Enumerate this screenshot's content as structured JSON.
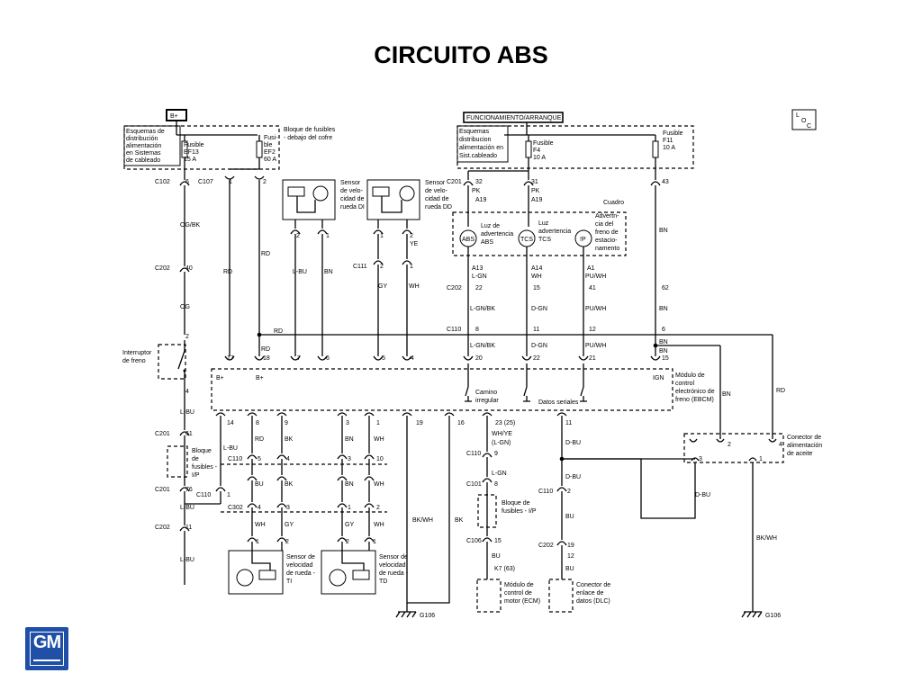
{
  "title": "CIRCUITO ABS",
  "labels": {
    "b_plus": "B+",
    "funcionamiento": "FUNCIONAMIENTO/ARRANQUE",
    "loc": "L O C",
    "esq_left": [
      "Esquemas de",
      "distribución",
      "alimentación",
      "en Sistemas",
      "de cableado"
    ],
    "fusible_ef13": [
      "Fusible",
      "EF13",
      "15 A"
    ],
    "fusible_ef2": [
      "Fusi-",
      "ble",
      "EF2",
      "60 A"
    ],
    "bloque_cofre": [
      "Bloque de fusibles",
      "- debajo del cofre"
    ],
    "esq_right": [
      "Esquemas",
      "distribucion",
      "alimentación en",
      "Sist.cableado"
    ],
    "fusible_f4": [
      "Fusible",
      "F4",
      "10 A"
    ],
    "fusible_f11": [
      "Fusible",
      "F11",
      "10 A"
    ],
    "sensor_di": [
      "Sensor",
      "de velo-",
      "cidad de",
      "rueda DI"
    ],
    "sensor_dd": [
      "Sensor",
      "de velo-",
      "cidad de",
      "rueda DD"
    ],
    "cuadro": "Cuadro",
    "luz_abs": [
      "Luz de",
      "advertencia",
      "ABS"
    ],
    "luz_tcs": [
      "Luz",
      "advertencia",
      "TCS"
    ],
    "advert_freno": [
      "Advertn-",
      "cia del",
      "freno de",
      "estacio-",
      "namento"
    ],
    "interruptor": [
      "Interruptor",
      "de freno"
    ],
    "modulo_ebcm": [
      "Módulo de",
      "control",
      "electrónico de",
      "freno (EBCM)"
    ],
    "camino": [
      "Camino",
      "irregular"
    ],
    "datos_seriales": "Datos seriales",
    "conector_aceite": [
      "Conector de",
      "alimentación",
      "de aceite"
    ],
    "bloque_ip": [
      "Bloque",
      "de",
      "fusibles -",
      "I/P"
    ],
    "bloque_ip2": [
      "Bloque de",
      "fusibles - I/P"
    ],
    "sensor_ti": [
      "Sensor de",
      "velocidad",
      "de rueda -",
      "TI"
    ],
    "sensor_td": [
      "Sensor de",
      "velocidad",
      "de rueda -",
      "TD"
    ],
    "modulo_ecm": [
      "Módulo de",
      "control de",
      "motor (ECM)"
    ],
    "conector_dlc": [
      "Conector de",
      "enlace de",
      "datos (DLC)"
    ],
    "g106": "G106",
    "connectors": {
      "c102": "C102",
      "c107": "C107",
      "c201": "C201",
      "c202": "C202",
      "c111": "C111",
      "c110": "C110",
      "c302": "C302",
      "c101": "C101",
      "c106": "C106"
    },
    "wires": {
      "og_bk": "OG/BK",
      "og": "OG",
      "rd": "RD",
      "l_bu": "L-BU",
      "bn": "BN",
      "gy": "GY",
      "wh": "WH",
      "ye": "YE",
      "pk": "PK",
      "l_gn": "L-GN",
      "pu_wh": "PU/WH",
      "l_gn_bk": "L-GN/BK",
      "d_gn": "D-GN",
      "bk": "BK",
      "bu": "BU",
      "bk_wh": "BK/WH",
      "wh_ye": "WH/YE",
      "l_gn_p": "(L-GN)",
      "d_bu": "D-BU"
    },
    "pins": {
      "p6": "6",
      "p1": "1",
      "p2": "2",
      "p32": "32",
      "p31": "31",
      "p43": "43",
      "a19": "A19",
      "p40": "40",
      "a13": "A13",
      "a14": "A14",
      "a1": "A1",
      "p22": "22",
      "p15": "15",
      "p41": "41",
      "p62": "62",
      "p8": "8",
      "p11": "11",
      "p12": "12",
      "p17": "17",
      "p18": "18",
      "p7": "7",
      "p5": "5",
      "p4": "4",
      "p20": "20",
      "p21": "21",
      "p61": "61",
      "p76": "76",
      "p14": "14",
      "p9": "9",
      "p3": "3",
      "p19": "19",
      "p16": "16",
      "p23": "23 (25)",
      "p10": "10",
      "p27": "K7 (63)",
      "bplus": "B+",
      "ign": "IGN"
    }
  },
  "logo": "GM"
}
